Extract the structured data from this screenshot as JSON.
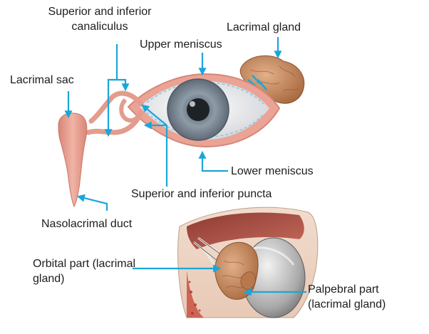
{
  "labels": {
    "canaliculus": "Superior and inferior canaliculus",
    "lacrimal_gland": "Lacrimal gland",
    "upper_meniscus": "Upper meniscus",
    "lacrimal_sac": "Lacrimal sac",
    "lower_meniscus": "Lower meniscus",
    "puncta": "Superior and inferior puncta",
    "nasolacrimal_duct": "Nasolacrimal duct",
    "orbital_part": "Orbital part (lacrimal gland)",
    "palpebral_part": "Palpebral part (lacrimal gland)"
  },
  "colors": {
    "pointer": "#1ba6d9",
    "duct_pink": "#e39c8d",
    "gland_tan": "#c98f63",
    "iris_gray": "#8b9aa6",
    "text": "#1d1d1d"
  }
}
